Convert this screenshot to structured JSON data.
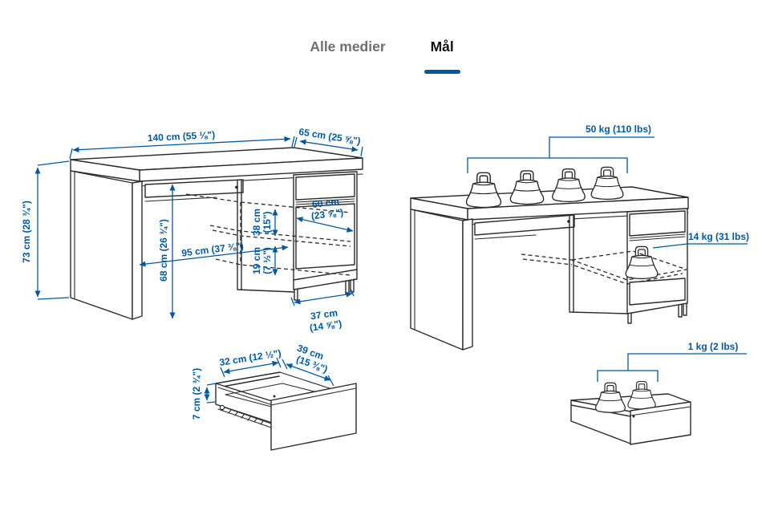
{
  "tabs": {
    "all_media": "Alle medier",
    "measurements": "Mål"
  },
  "colors": {
    "accent_blue": "#0058a3",
    "drawing_line": "#2b2b2b",
    "tab_inactive_gray": "#6f6f6f",
    "tab_active_black": "#111111",
    "background": "#ffffff"
  },
  "dimensions": {
    "desk_width": "140 cm (55 ⅛\")",
    "desk_depth": "65 cm (25 ⅝\")",
    "desk_height": "73 cm (28 ¾\")",
    "knee_clearance_height": "68 cm (26 ¾\")",
    "knee_clearance_width": "95 cm (37 ⅜\")",
    "cabinet_depth_line1": "60 cm",
    "cabinet_depth_line2": "(23 ⅝\")",
    "upper_compartment_line1": "38 cm",
    "upper_compartment_line2": "(15\")",
    "lower_compartment_line1": "19 cm",
    "lower_compartment_line2": "(7 ½\")",
    "cabinet_width_line1": "37 cm",
    "cabinet_width_line2": "(14 ⅝\")",
    "drawer_inner_width": "32 cm (12 ½\")",
    "drawer_inner_depth_line1": "39 cm",
    "drawer_inner_depth_line2": "(15 ⅜\")",
    "drawer_inner_height": "7 cm (2 ¾\")",
    "max_load_tabletop": "50 kg (110 lbs)",
    "max_load_shelf": "14 kg (31 lbs)",
    "max_load_drawer": "1 kg (2 lbs)"
  }
}
